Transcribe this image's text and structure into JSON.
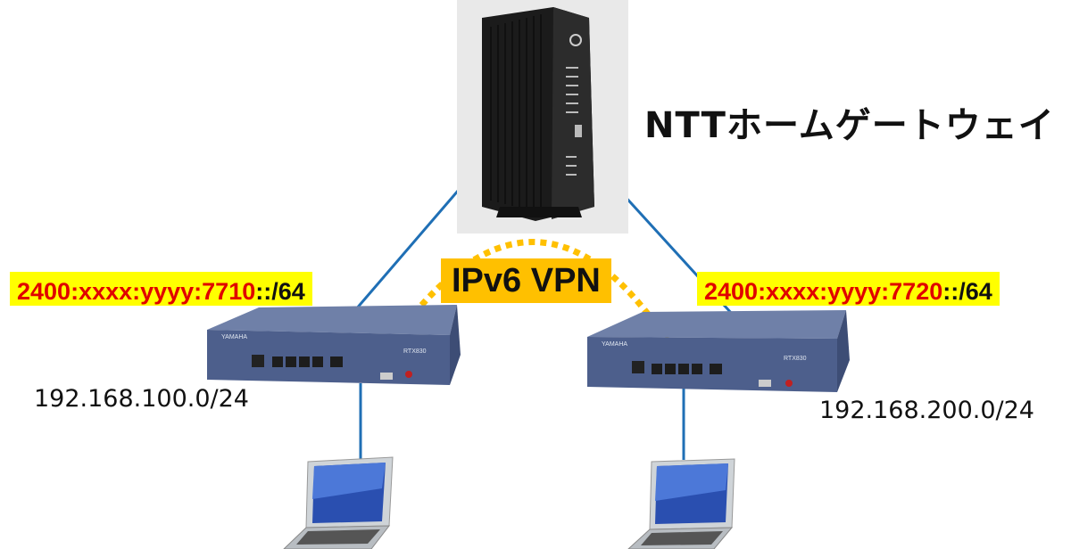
{
  "gateway": {
    "label": "NTTホームゲートウェイ"
  },
  "vpn_label": "IPv6 VPN",
  "left_site": {
    "prefix_highlight": "2400:xxxx:yyyy:7710",
    "prefix_suffix": "::/64",
    "lan": "192.168.100.0/24",
    "router_brand": "YAMAHA",
    "router_model": "RTX830"
  },
  "right_site": {
    "prefix_highlight": "2400:xxxx:yyyy:7720",
    "prefix_suffix": "::/64",
    "lan": "192.168.200.0/24",
    "router_brand": "YAMAHA",
    "router_model": "RTX830"
  },
  "colors": {
    "link": "#1f6fb5",
    "vpn": "#ffc000",
    "prefix_bg": "#ffff00",
    "prefix_text": "#e00000",
    "router": "#4d5f8c"
  }
}
